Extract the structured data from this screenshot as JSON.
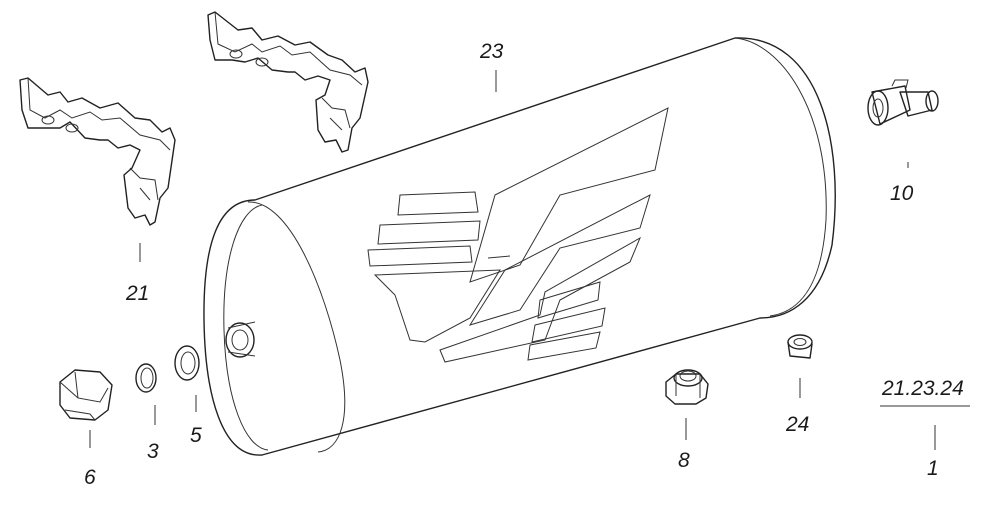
{
  "diagram": {
    "part_numbers": {
      "tank": "23",
      "clamps": "21",
      "fitting_tee": "10",
      "plug": "6",
      "washer_small": "3",
      "washer_large": "5",
      "adapter": "8",
      "bushing": "24",
      "assembly": "1"
    },
    "assembly_reference": "21.23.24"
  }
}
